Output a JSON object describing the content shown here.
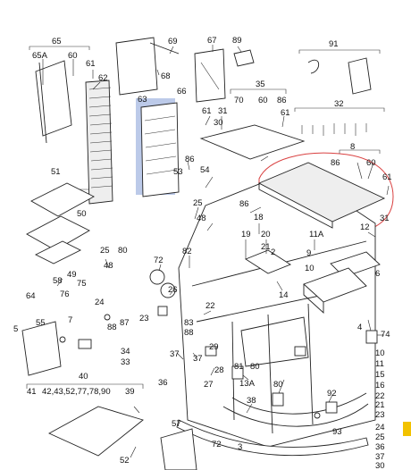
{
  "diagram": {
    "highlight_color": "#9fb3e0",
    "callout_color": "#d94040",
    "marker_color": "#f2c200",
    "labels": {
      "l65": "65",
      "l65A": "65A",
      "l60a": "60",
      "l61a": "61",
      "l62": "62",
      "l69": "69",
      "l67": "67",
      "l89": "89",
      "l68": "68",
      "l91": "91",
      "l63": "63",
      "l66": "66",
      "l35": "35",
      "l70": "70",
      "l60b": "60",
      "l86a": "86",
      "l61b": "61",
      "l31a": "31",
      "l30": "30",
      "l32": "32",
      "l86b": "86",
      "l51": "51",
      "l53": "53",
      "l54": "54",
      "l8": "8",
      "l86c": "86",
      "l60c": "60",
      "l61c": "61",
      "l50": "50",
      "l25a": "25",
      "l48a": "48",
      "l86d": "86",
      "l18": "18",
      "l31b": "31",
      "l19": "19",
      "l20": "20",
      "l21": "21",
      "l11A": "11A",
      "l12": "12",
      "l9": "9",
      "l2": "2",
      "l25b": "25",
      "l80a": "80",
      "l72a": "72",
      "l82": "82",
      "l49": "49",
      "l48b": "48",
      "l75": "75",
      "l58": "58",
      "l64": "64",
      "l76": "76",
      "l10": "10",
      "l14": "14",
      "l6": "6",
      "l26": "26",
      "l24": "24",
      "l55": "55",
      "l5": "5",
      "l7": "7",
      "l88a": "88",
      "l87a": "87",
      "l23": "23",
      "l83": "83",
      "l88b": "88",
      "l22": "22",
      "l74": "74",
      "l4": "4",
      "l34": "34",
      "l33": "33",
      "l37a": "37",
      "l36": "36",
      "l29": "29",
      "l37b": "37",
      "l28": "28",
      "l27": "27",
      "l81": "81",
      "l80b": "80",
      "l13A": "13A",
      "l40": "40",
      "l41": "41",
      "l42set": "42,43,52,77,78,90",
      "l39": "39",
      "l38": "38",
      "l92": "92",
      "l93": "93",
      "l57": "57",
      "l72b": "72",
      "l3": "3",
      "l52": "52",
      "c10": "10",
      "c11": "11",
      "c15": "15",
      "c16": "16",
      "c22": "22",
      "c21": "21",
      "c23": "23",
      "c24": "24",
      "c25": "25",
      "c36": "36",
      "c37": "37",
      "c30": "30"
    }
  }
}
